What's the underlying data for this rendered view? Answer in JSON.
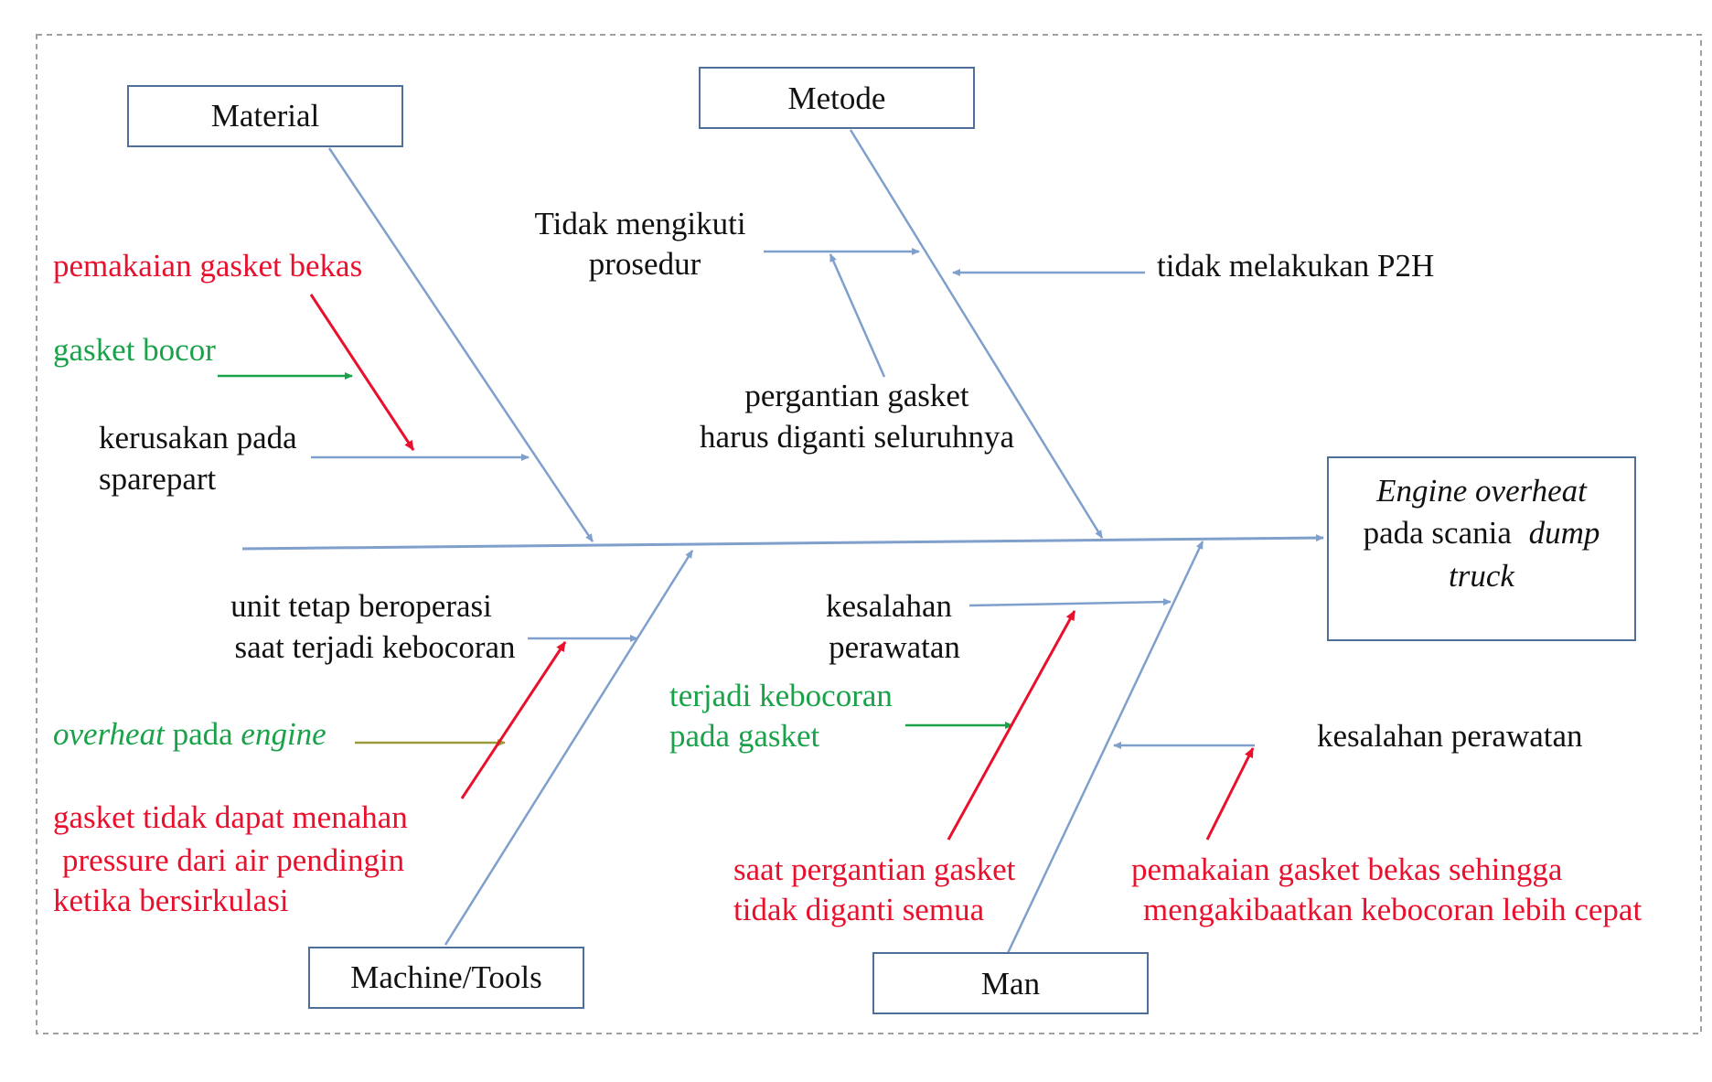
{
  "colors": {
    "line": "#7f9fcc",
    "black_text": "#111111",
    "red": "#e8102c",
    "green": "#1aa24a",
    "olive": "#9a9a3a",
    "box_border": "#4f6f9a",
    "frame": "#a0a0a0"
  },
  "head": {
    "line1": "Engine overheat",
    "line2_a": "pada scania",
    "line2_b": "dump",
    "line3": "truck"
  },
  "categories": {
    "material": "Material",
    "metode": "Metode",
    "machine": "Machine/Tools",
    "man": "Man"
  },
  "causes": {
    "material": {
      "pemakaian_gasket_bekas": "pemakaian gasket bekas",
      "gasket_bocor": "gasket bocor",
      "kerusakan_line1": "kerusakan pada",
      "kerusakan_line2": "sparepart"
    },
    "metode": {
      "tidak_mengikuti_line1": "Tidak mengikuti",
      "tidak_mengikuti_line2": "prosedur",
      "tidak_p2h": "tidak melakukan P2H",
      "pergantian_line1": "pergantian gasket",
      "pergantian_line2": "harus diganti seluruhnya"
    },
    "machine": {
      "unit_line1": "unit tetap beroperasi",
      "unit_line2": "saat terjadi kebocoran",
      "overheat_a": "overheat",
      "overheat_b": " pada ",
      "overheat_c": "engine",
      "gasket_tidak_line1": "gasket tidak dapat menahan",
      "gasket_tidak_line2": "pressure dari air pendingin",
      "gasket_tidak_line3": "ketika bersirkulasi"
    },
    "man": {
      "kesalahan_line1": "kesalahan",
      "kesalahan_line2": "perawatan",
      "terjadi_line1": "terjadi kebocoran",
      "terjadi_line2": "pada gasket",
      "kesalahan_perawatan": "kesalahan perawatan",
      "saat_line1": "saat pergantian gasket",
      "saat_line2": "tidak diganti semua",
      "pemakaian_line1": "pemakaian gasket bekas sehingga",
      "pemakaian_line2": "mengakibaatkan kebocoran lebih cepat"
    }
  }
}
